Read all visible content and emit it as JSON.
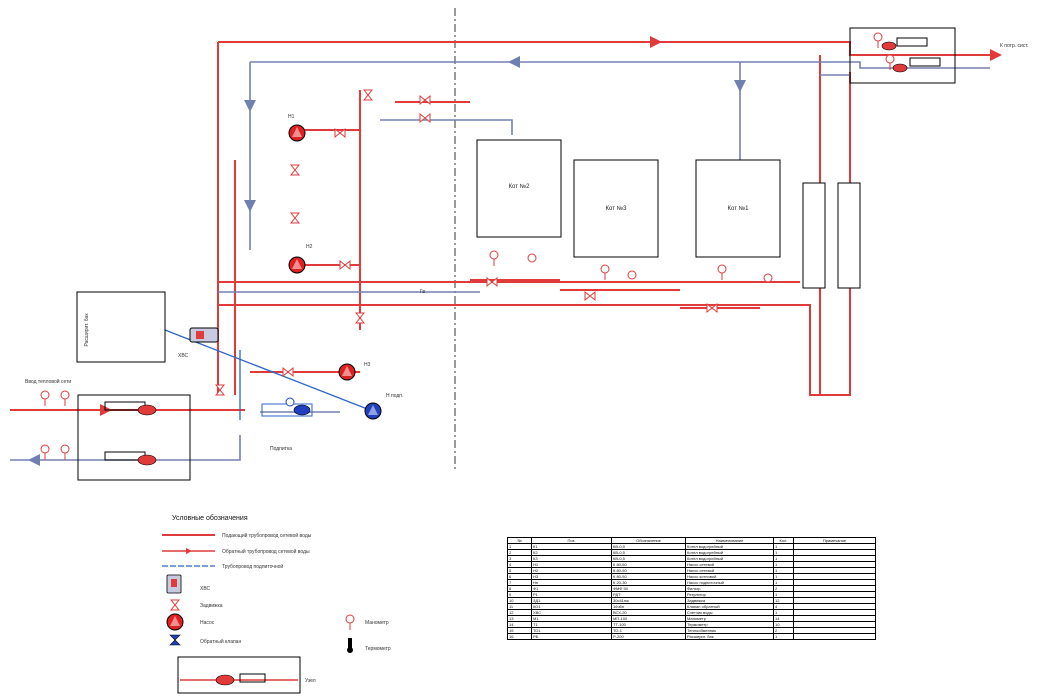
{
  "labels": {
    "outlet_right": "К потр. сист.",
    "inlet_left": "Ввод тепловой сети",
    "make_up_line": "Подпитка",
    "tank_box": "Расширит. бак",
    "water_meter": "ХВС",
    "makeup_pump": "Н подп.",
    "boiler_1": "Кот №1",
    "boiler_2": "Кот №2",
    "boiler_3": "Кот №3",
    "pump_1": "Н1",
    "pump_2": "Н2",
    "pump_3": "Н3",
    "flow_mark": "Гв"
  },
  "legend": {
    "title": "Условные обозначения",
    "items": [
      {
        "label": "Подающий трубопровод сетевой воды",
        "symbol": "red-line"
      },
      {
        "label": "Обратный трубопровод сетевой воды",
        "symbol": "red-line-arrow"
      },
      {
        "label": "Трубопровод подпиточной",
        "symbol": "blue-dash"
      },
      {
        "label": "ХВС",
        "symbol": "meter-icon"
      },
      {
        "label": "Задвижка",
        "symbol": "valve-icon"
      },
      {
        "label": "Насос",
        "symbol": "pump-icon"
      },
      {
        "label": "Обратный клапан",
        "symbol": "check-valve-icon"
      },
      {
        "label": "Узел",
        "symbol": "assembly-icon"
      }
    ],
    "right_items": [
      {
        "label": "Манометр",
        "symbol": "gauge-icon"
      },
      {
        "label": "Термометр",
        "symbol": "thermometer-icon"
      }
    ]
  },
  "spec_table": {
    "headers": [
      "№",
      "Поз.",
      "Обозначение",
      "Наименование",
      "Кол.",
      "Примечание"
    ],
    "rows": [
      [
        "1",
        "К1",
        "КВ-0,5",
        "Котел водогрейный",
        "1",
        ""
      ],
      [
        "2",
        "К2",
        "КВ-0,5",
        "Котел водогрейный",
        "1",
        ""
      ],
      [
        "3",
        "К3",
        "КВ-0,5",
        "Котел водогрейный",
        "1",
        ""
      ],
      [
        "4",
        "Н1",
        "К 80-50",
        "Насос сетевой",
        "1",
        ""
      ],
      [
        "5",
        "Н2",
        "К 80-50",
        "Насос сетевой",
        "1",
        ""
      ],
      [
        "6",
        "Н3",
        "К 80-50",
        "Насос котловой",
        "1",
        ""
      ],
      [
        "7",
        "Нп",
        "К 20-30",
        "Насос подпиточный",
        "1",
        ""
      ],
      [
        "8",
        "Ф1",
        "ФМФ 50",
        "Фильтр",
        "2",
        ""
      ],
      [
        "9",
        "Р1",
        "РДТ",
        "Регулятор",
        "1",
        ""
      ],
      [
        "10",
        "ЗД1",
        "30с41нж",
        "Задвижка",
        "12",
        ""
      ],
      [
        "11",
        "КО1",
        "16ч6п",
        "Клапан обратный",
        "4",
        ""
      ],
      [
        "12",
        "ХВС",
        "ВСХ-20",
        "Счетчик воды",
        "1",
        ""
      ],
      [
        "13",
        "М1",
        "МП-100",
        "Манометр",
        "14",
        ""
      ],
      [
        "14",
        "Т1",
        "ТТ-100",
        "Термометр",
        "10",
        ""
      ],
      [
        "15",
        "ТО1",
        "ТО-1",
        "Теплообменник",
        "2",
        ""
      ],
      [
        "16",
        "РБ",
        "Р-200",
        "Расширит. бак",
        "1",
        ""
      ]
    ]
  },
  "colors": {
    "supply": "#e03a3a",
    "return_line": "#7a7ab0",
    "makeup": "#2040c0",
    "pump_fill": "#e02020",
    "line_dark": "#000000"
  }
}
